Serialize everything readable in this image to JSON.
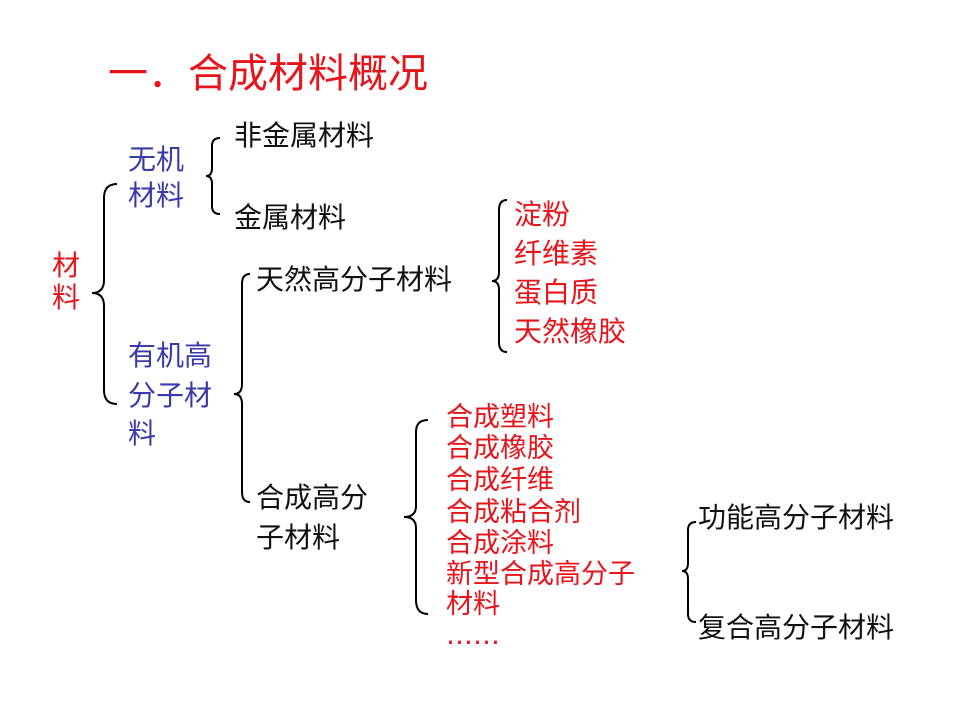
{
  "title": "一．合成材料概况",
  "root": [
    "材",
    "料"
  ],
  "inorganic": {
    "line1": "无机",
    "line2": "材料"
  },
  "inorganic_children": [
    "非金属材料",
    "金属材料"
  ],
  "organic": {
    "line1": "有机高",
    "line2": "分子材",
    "line3": "料"
  },
  "natural": "天然高分子材料",
  "natural_items": [
    "淀粉",
    "纤维素",
    "蛋白质",
    "天然橡胶"
  ],
  "synthetic": {
    "line1": "合成高分",
    "line2": "子材料"
  },
  "synthetic_items": [
    "合成塑料",
    "合成橡胶",
    "合成纤维",
    "合成粘合剂",
    "合成涂料",
    "新型合成高分子",
    "材料",
    "……"
  ],
  "new_types": [
    "功能高分子材料",
    "复合高分子材料"
  ],
  "colors": {
    "red": "#e8141b",
    "blue": "#3a3aa8",
    "black": "#111111"
  }
}
